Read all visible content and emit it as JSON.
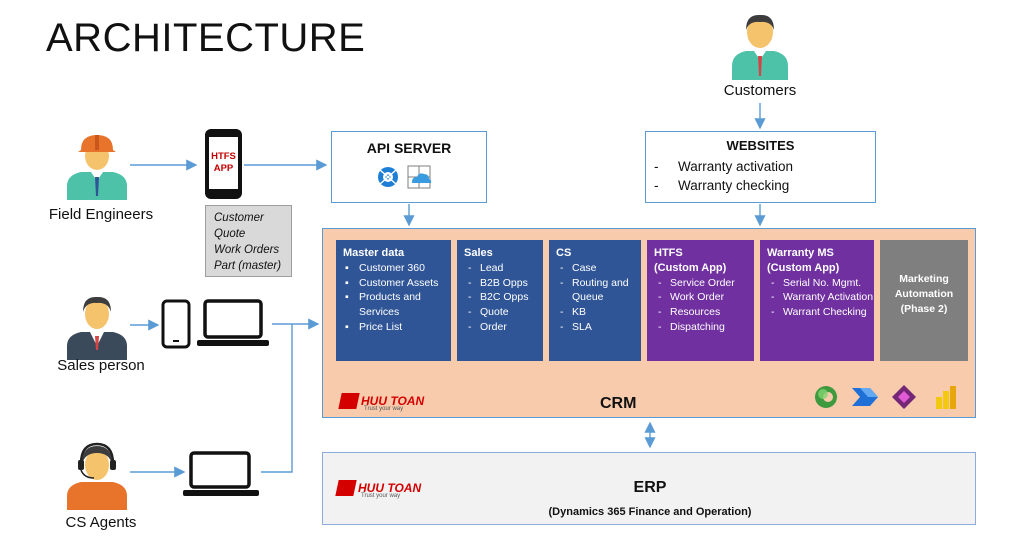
{
  "title": "ARCHITECTURE",
  "actors": {
    "customers": "Customers",
    "field_engineers": "Field Engineers",
    "sales_person": "Sales person",
    "cs_agents": "CS Agents"
  },
  "htfs_app": {
    "line1": "HTFS",
    "line2": "APP",
    "note": [
      "Customer",
      "Quote",
      "Work Orders",
      "Part (master)"
    ]
  },
  "api_server": {
    "title": "API SERVER"
  },
  "websites": {
    "title": "WEBSITES",
    "items": [
      "Warranty activation",
      "Warranty checking"
    ],
    "dash": "-"
  },
  "crm": {
    "label": "CRM",
    "logo_text": "HUU TOAN",
    "logo_tagline": "Trust your way",
    "modules": [
      {
        "title": "Master data",
        "subtitle": "",
        "items": [
          "Customer 360",
          "Customer Assets",
          "Products and Services",
          "Price List"
        ]
      },
      {
        "title": "Sales",
        "subtitle": "",
        "items": [
          "Lead",
          "B2B Opps",
          "B2C Opps",
          "Quote",
          "Order"
        ]
      },
      {
        "title": "CS",
        "subtitle": "",
        "items": [
          "Case",
          "Routing and Queue",
          "KB",
          "SLA"
        ]
      },
      {
        "title": "HTFS",
        "subtitle": "(Custom App)",
        "items": [
          "Service Order",
          "Work Order",
          "Resources",
          "Dispatching"
        ]
      },
      {
        "title": "Warranty MS",
        "subtitle": "(Custom App)",
        "items": [
          "Serial No. Mgmt.",
          "Warranty Activation",
          "Warrant Checking"
        ]
      },
      {
        "title": "Marketing Automation (Phase 2)",
        "subtitle": "",
        "items": []
      }
    ],
    "icons": [
      "dynamics-icon",
      "power-automate-icon",
      "power-apps-icon",
      "power-bi-icon"
    ]
  },
  "erp": {
    "label": "ERP",
    "subtitle": "(Dynamics 365 Finance and Operation)",
    "logo_text": "HUU TOAN",
    "logo_tagline": "Trust your way"
  },
  "colors": {
    "master_blue": "#2f5597",
    "custom_purple": "#7030a0",
    "phase2_gray": "#7f7f7f",
    "crm_fill": "#f8cbad",
    "erp_fill": "#f2f2f2",
    "arrow": "#5b9bd5",
    "person_face": "#f5c36b",
    "person_shirt": "#4dc2a8"
  }
}
